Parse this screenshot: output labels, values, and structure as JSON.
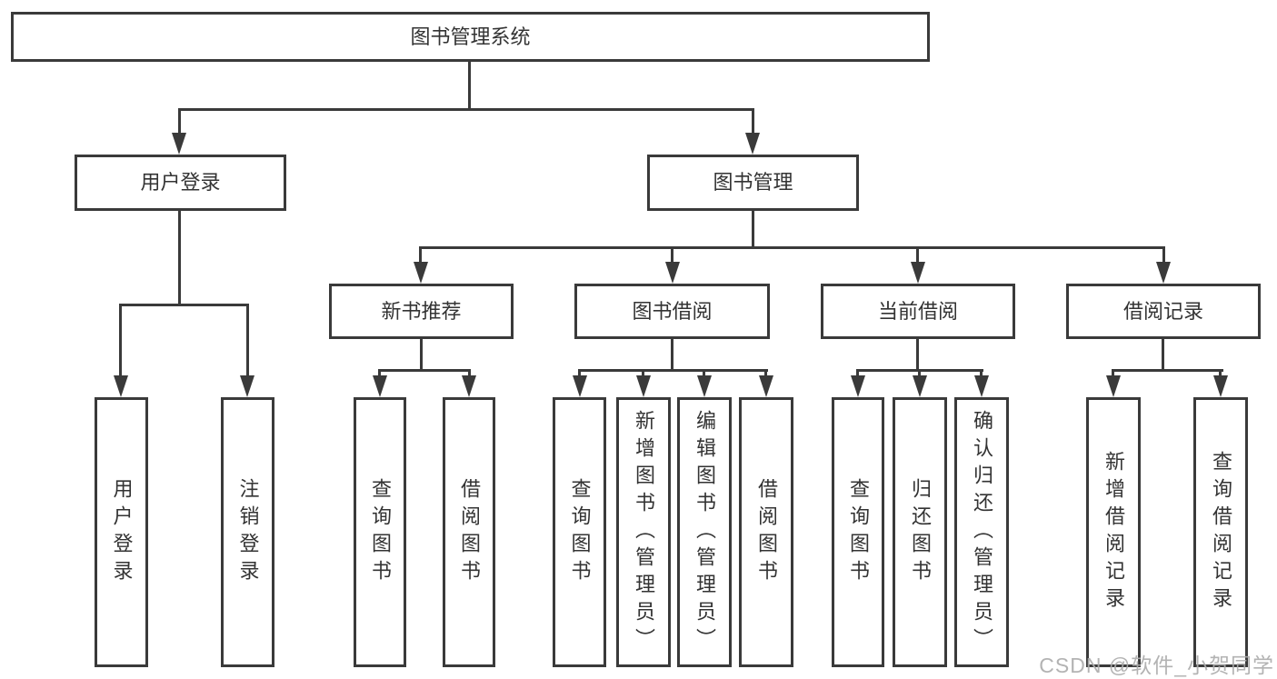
{
  "diagram_colors": {
    "line": "#3a3a3a",
    "box_background": "#ffffff",
    "text": "#333333",
    "watermark": "#adadad"
  },
  "tree": {
    "label": "图书管理系统",
    "children": [
      {
        "label": "用户登录",
        "children": [
          {
            "label": "用户登录"
          },
          {
            "label": "注销登录"
          }
        ]
      },
      {
        "label": "图书管理",
        "children": [
          {
            "label": "新书推荐",
            "children": [
              {
                "label": "查询图书"
              },
              {
                "label": "借阅图书"
              }
            ]
          },
          {
            "label": "图书借阅",
            "children": [
              {
                "label": "查询图书"
              },
              {
                "label": "新增图书（管理员）"
              },
              {
                "label": "编辑图书（管理员）"
              },
              {
                "label": "借阅图书"
              }
            ]
          },
          {
            "label": "当前借阅",
            "children": [
              {
                "label": "查询图书"
              },
              {
                "label": "归还图书"
              },
              {
                "label": "确认归还（管理员）"
              }
            ]
          },
          {
            "label": "借阅记录",
            "children": [
              {
                "label": "新增借阅记录"
              },
              {
                "label": "查询借阅记录"
              }
            ]
          }
        ]
      }
    ]
  },
  "watermark": {
    "text": "CSDN @软件_小贺同学"
  }
}
